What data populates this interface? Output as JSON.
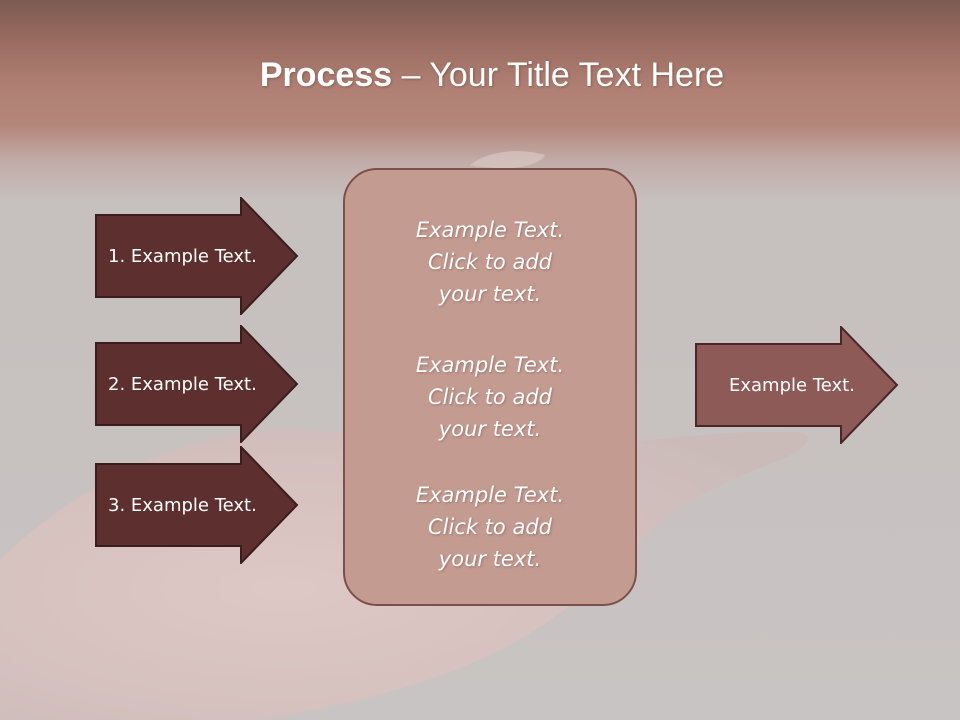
{
  "slide": {
    "title_bold": "Process",
    "title_rest": " – Your Title Text Here",
    "left_arrows": [
      {
        "label": "1. Example Text."
      },
      {
        "label": "2. Example Text."
      },
      {
        "label": "3. Example Text."
      }
    ],
    "center_blocks": [
      {
        "line1": "Example Text.",
        "line2": "Click  to add",
        "line3": "your text."
      },
      {
        "line1": "Example Text.",
        "line2": "Click  to add",
        "line3": "your text."
      },
      {
        "line1": "Example Text.",
        "line2": "Click  to add",
        "line3": "your text."
      }
    ],
    "right_arrow": {
      "label": "Example Text."
    }
  },
  "colors": {
    "dark_arrow_fill": "#5e2f2f",
    "light_arrow_fill": "#8e5a58",
    "center_box_fill": "#c49b91",
    "outline": "#3f2222"
  }
}
